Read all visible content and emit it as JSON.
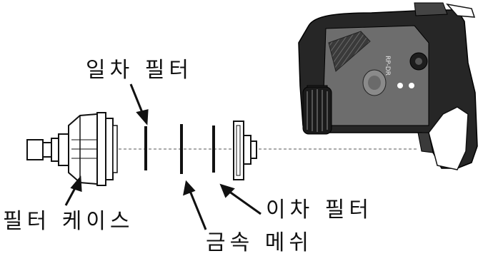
{
  "labels": {
    "primary_filter": "일차 필터",
    "filter_case": "필터 케이스",
    "metal_mesh": "금속 메쉬",
    "secondary_filter": "이차 필터"
  },
  "device": {
    "side_text": "RP-DR"
  }
}
